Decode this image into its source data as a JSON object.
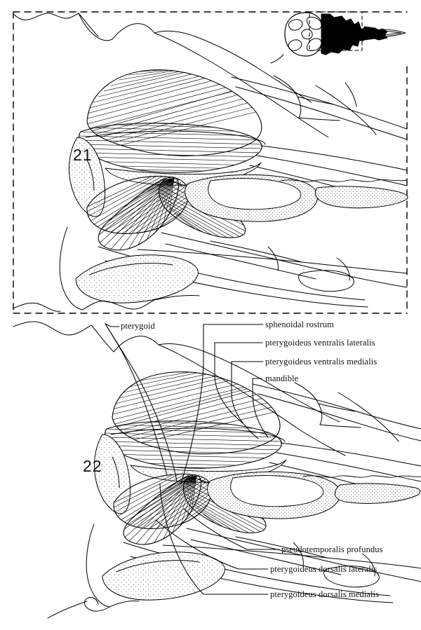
{
  "plate": {
    "caption_present": false,
    "figures": [
      {
        "number": "21"
      },
      {
        "number": "22"
      }
    ]
  },
  "figure_numbers": {
    "upper": "21",
    "lower": "22"
  },
  "labels": {
    "upper_left": [
      {
        "id": "pterygoid",
        "text": "pterygoid"
      }
    ],
    "upper_right": [
      {
        "id": "sphenoidal-rostrum",
        "text": "sphenoidal rostrum"
      },
      {
        "id": "pterygoideus-ventralis-lateralis",
        "text": "pterygoideus ventralis lateralis"
      },
      {
        "id": "pterygoideus-ventralis-medialis",
        "text": "pterygoideus ventralis medialis"
      },
      {
        "id": "mandible",
        "text": "mandible"
      }
    ],
    "lower_right": [
      {
        "id": "pseudotemporalis-profundus",
        "text": "pseudotemporalis profundus"
      },
      {
        "id": "pterygoideus-dorsalis-lateralis",
        "text": "pterygoideus dorsalis lateralis"
      },
      {
        "id": "pterygoideus-dorsalis-medialis",
        "text": "pterygoideus dorsalis medialis"
      }
    ]
  },
  "inset": {
    "name": "skull-orientation-inset",
    "description": "ventral skull outline with shaded region of interest",
    "fill_color": "#000000"
  },
  "colors": {
    "ink": "#000000",
    "paper": "#ffffff",
    "stipple": "#3a3a3a"
  },
  "boundaries": {
    "upper_frame": "dashed",
    "lower_frame_top": "dashed"
  }
}
